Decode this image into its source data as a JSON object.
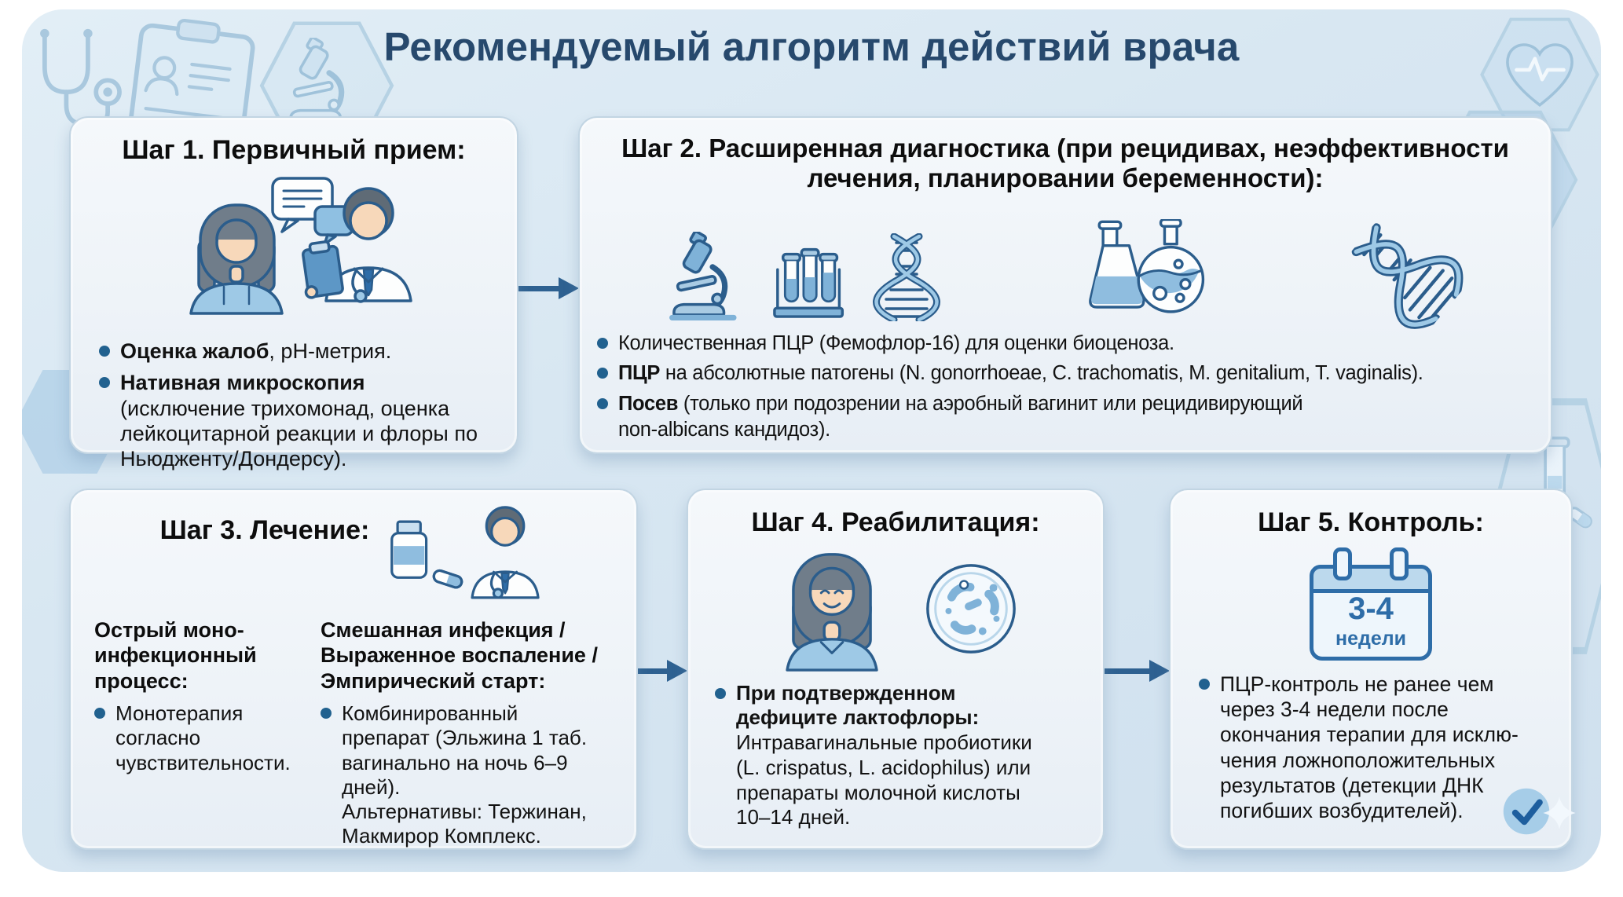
{
  "title": "Рекомендуемый алгоритм действий врача",
  "colors": {
    "title": "#27496d",
    "text": "#121212",
    "bullet_dot": "#21618f",
    "arrow": "#2e6191",
    "card_background": "#eef3f8",
    "card_border": "#c2d5e3",
    "panel_background": "#d8e7f2",
    "icon_stroke": "#2b5d8c",
    "icon_fill": "#7fb2d8",
    "calendar_blue": "#2e6da8"
  },
  "decorations": [
    "stethoscope-icon",
    "clipboard-icon",
    "microscope-icon",
    "hexagon-shape",
    "heart-pulse-icon",
    "first-aid-kit-icon",
    "test-tube-pill-icon",
    "sparkle-shape"
  ],
  "steps": [
    {
      "title": "Шаг 1. Первичный прием:",
      "icon": "patient-doctor-consultation",
      "bullets": [
        {
          "bold": "Оценка жалоб",
          "rest": ", pH-метрия."
        },
        {
          "bold": "Нативная микроскопия",
          "rest": "\n(исключение трихомонад, оценка\nлейкоцитарной реакции и флоры по\nНьюдженту/Дондерсу)."
        }
      ]
    },
    {
      "title": "Шаг 2. Расширенная диагностика (при рецидивах, неэффективности\nлечения, планировании беременности):",
      "icons": [
        "microscope",
        "test-tubes-rack",
        "dna-helix",
        "lab-flasks",
        "dna-helix"
      ],
      "bullets": [
        {
          "bold": "",
          "rest": "Количественная ПЦР (Фемофлор-16) для оценки биоценоза."
        },
        {
          "bold": "ПЦР",
          "rest": " на абсолютные патогены (N. gonorrhoeae, C. trachomatis, M. genitalium, T. vaginalis)."
        },
        {
          "bold": "Посев",
          "rest": " (только при подозрении на аэробный вагинит или рецидивирующий\nnon-albicans кандидоз)."
        }
      ]
    },
    {
      "title": "Шаг 3. Лечение:",
      "icon": "doctor-with-medication",
      "columns": [
        {
          "heading": "Острый моно-\nинфекционный\nпроцесс:",
          "bullet": "Монотерапия\nсогласно\nчувствительности."
        },
        {
          "heading": "Смешанная инфекция /\nВыраженное воспаление /\nЭмпирический старт:",
          "bullet": "Комбинированный\nпрепарат (Эльжина 1 таб.\nвагинально на ночь 6–9\nдней).\nАльтернативы: Тержинан,\nМакмирор Комплекс."
        }
      ]
    },
    {
      "title": "Шаг 4. Реабилитация:",
      "icons": [
        "smiling-woman",
        "petri-dish-bacteria"
      ],
      "bullets": [
        {
          "bold": "При подтвержденном\nдефиците лактофлоры:",
          "rest": "\nИнтравагинальные пробиотики\n(L. crispatus, L. acidophilus) или\nпрепараты молочной кислоты\n10–14 дней."
        }
      ]
    },
    {
      "title": "Шаг 5. Контроль:",
      "icon": "calendar",
      "calendar": {
        "line1": "3-4",
        "line2": "недели"
      },
      "bullets": [
        {
          "bold": "",
          "rest": "ПЦР-контроль не ранее чем\nчерез 3-4 недели после\nокончания терапии для исклю-\nчения ложноположительных\nрезультатов (детекции ДНК\nпогибших возбудителей)."
        }
      ]
    }
  ]
}
